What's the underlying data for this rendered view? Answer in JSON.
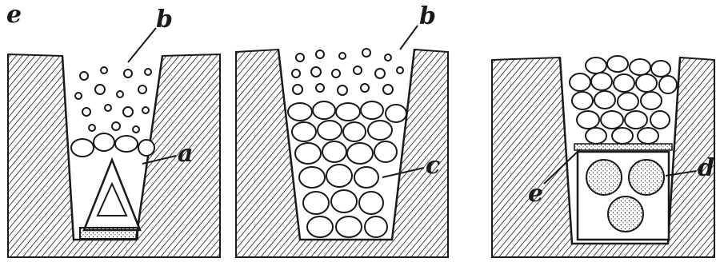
{
  "colors": {
    "ink": "#1a1a1a",
    "background": "#ffffff"
  },
  "corner_label": "e",
  "panels": [
    {
      "top_label": "b",
      "side_label": "a"
    },
    {
      "top_label": "b",
      "side_label": "c"
    },
    {
      "side_label_left": "e",
      "side_label_right": "d"
    }
  ]
}
